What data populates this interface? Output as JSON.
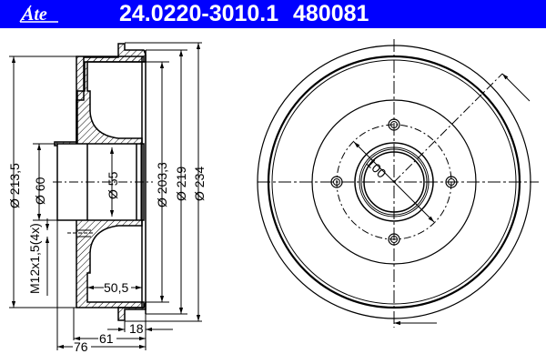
{
  "header": {
    "brand": "Ate",
    "part_number": "24.0220-3010.1",
    "reference_number": "480081",
    "background_color": "#0000ff",
    "text_color": "#ffffff"
  },
  "section_view": {
    "dimensions": {
      "d_213_5": "Ø 213,5",
      "d_60": "Ø 60",
      "d_55": "Ø 55",
      "d_203_3": "Ø 203,3",
      "d_219": "Ø 219",
      "d_234": "Ø 234",
      "thread": "M12x1,5(4x)",
      "depth_50_5": "50,5",
      "width_18": "18",
      "width_61": "61",
      "width_76": "76"
    }
  },
  "front_view": {
    "pcd_label": "100",
    "bolt_holes": 4
  }
}
